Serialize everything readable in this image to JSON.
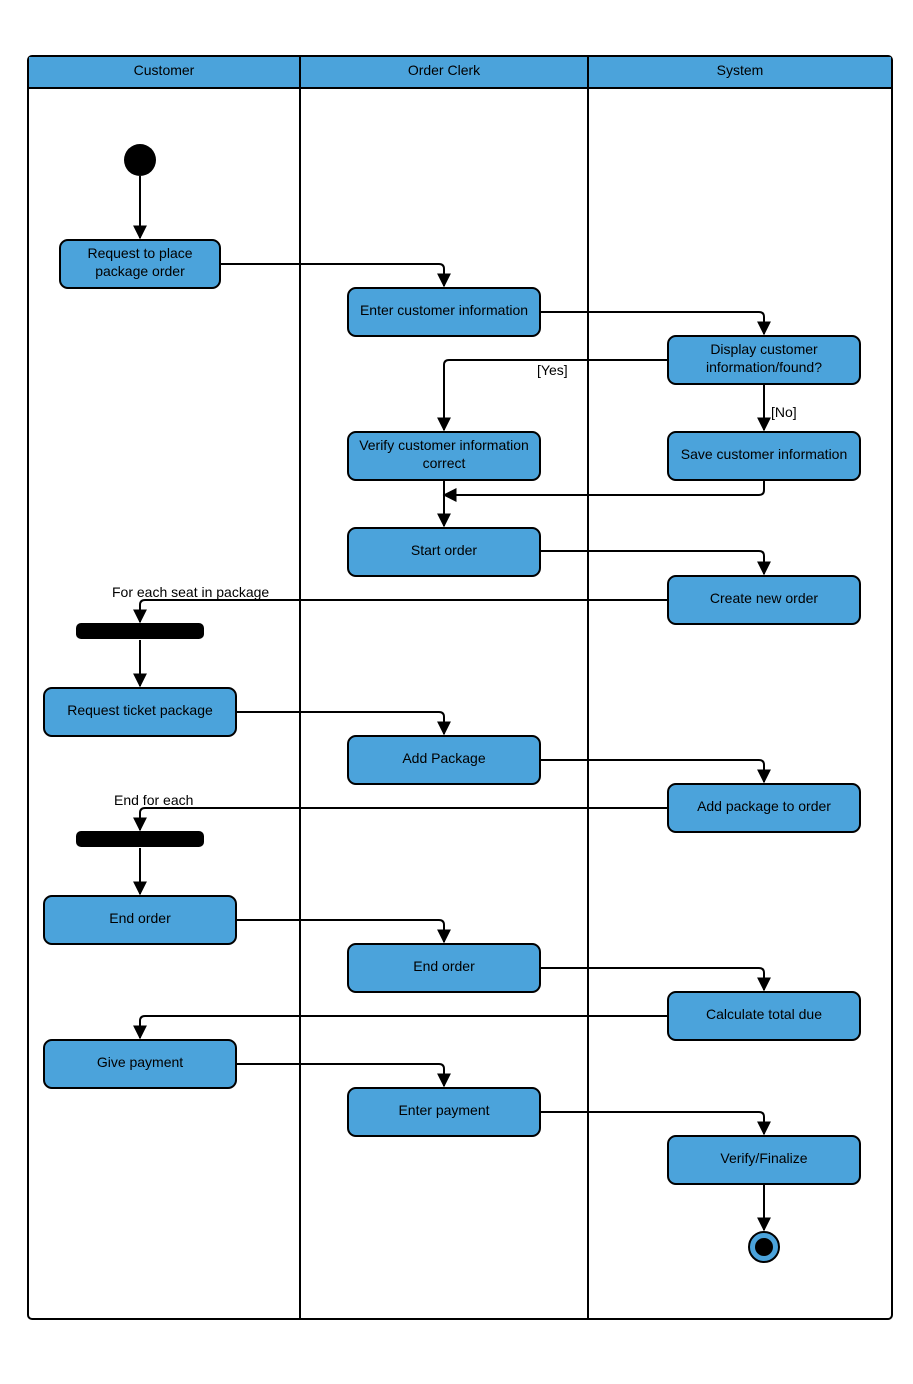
{
  "lanes": [
    {
      "name": "Customer"
    },
    {
      "name": "Order Clerk"
    },
    {
      "name": "System"
    }
  ],
  "activities": [
    {
      "id": "request_place",
      "lines": [
        "Request to place",
        "package order"
      ]
    },
    {
      "id": "enter_customer_info",
      "lines": [
        "Enter customer information"
      ]
    },
    {
      "id": "display_customer_info",
      "lines": [
        "Display customer",
        "information/found?"
      ]
    },
    {
      "id": "verify_customer_info",
      "lines": [
        "Verify customer information",
        "correct"
      ]
    },
    {
      "id": "save_customer_info",
      "lines": [
        "Save customer information"
      ]
    },
    {
      "id": "start_order",
      "lines": [
        "Start order"
      ]
    },
    {
      "id": "create_new_order",
      "lines": [
        "Create new order"
      ]
    },
    {
      "id": "request_ticket_package",
      "lines": [
        "Request ticket package"
      ]
    },
    {
      "id": "add_package",
      "lines": [
        "Add Package"
      ]
    },
    {
      "id": "add_package_to_order",
      "lines": [
        "Add package to order"
      ]
    },
    {
      "id": "end_order_customer",
      "lines": [
        "End order"
      ]
    },
    {
      "id": "end_order_clerk",
      "lines": [
        "End order"
      ]
    },
    {
      "id": "calculate_total_due",
      "lines": [
        "Calculate total due"
      ]
    },
    {
      "id": "give_payment",
      "lines": [
        "Give payment"
      ]
    },
    {
      "id": "enter_payment",
      "lines": [
        "Enter payment"
      ]
    },
    {
      "id": "verify_finalize",
      "lines": [
        "Verify/Finalize"
      ]
    }
  ],
  "labels": {
    "yes": "[Yes]",
    "no": "[No]",
    "for_each_seat": "For each seat in package",
    "end_for_each": "End for each"
  },
  "colors": {
    "activity_fill": "#4ba3db",
    "header_fill": "#4ba3db",
    "stroke": "#000000"
  }
}
